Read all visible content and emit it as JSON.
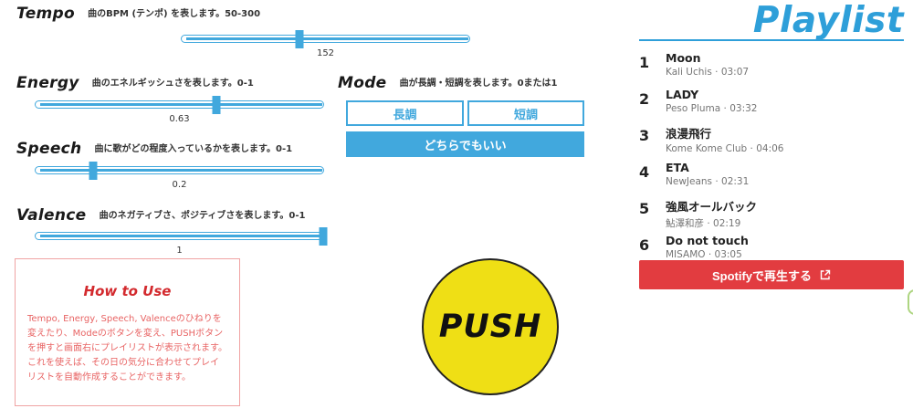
{
  "sliders": [
    {
      "label": "Tempo",
      "description": "曲のBPM (テンポ) を表します。50-300",
      "value": "152",
      "min": 50,
      "max": 300,
      "percent": 40.8
    },
    {
      "label": "Energy",
      "description": "曲のエネルギッシュさを表します。0-1",
      "value": "0.63",
      "min": 0,
      "max": 1,
      "percent": 63
    },
    {
      "label": "Speech",
      "description": "曲に歌がどの程度入っているかを表します。0-1",
      "value": "0.2",
      "min": 0,
      "max": 1,
      "percent": 20
    },
    {
      "label": "Valence",
      "description": "曲のネガティブさ、ポジティブさを表します。0-1",
      "value": "1",
      "min": 0,
      "max": 1,
      "percent": 100
    }
  ],
  "mode": {
    "label": "Mode",
    "description": "曲が長調・短調を表します。0または1",
    "major_label": "長調",
    "minor_label": "短調",
    "either_label": "どちらでもいい"
  },
  "how_to_use": {
    "title": "How to Use",
    "body": "Tempo, Energy, Speech, Valenceのひねりを変えたり、Modeのボタンを変え、PUSHボタンを押すと画面右にプレイリストが表示されます。これを使えば、その日の気分に合わせてプレイリストを自動作成することができます。"
  },
  "push_button": {
    "label": "PUSH"
  },
  "playlist": {
    "title": "Playlist",
    "meta_separator": "·",
    "tracks": [
      {
        "number": "1",
        "title": "Moon",
        "artist": "Kali Uchis",
        "duration": "03:07"
      },
      {
        "number": "2",
        "title": "LADY",
        "artist": "Peso Pluma",
        "duration": "03:32"
      },
      {
        "number": "3",
        "title": "浪漫飛行",
        "artist": "Kome Kome Club",
        "duration": "04:06"
      },
      {
        "number": "4",
        "title": "ETA",
        "artist": "NewJeans",
        "duration": "02:31"
      },
      {
        "number": "5",
        "title": "強風オールバック",
        "artist": "鮎澤和彦",
        "duration": "02:19"
      },
      {
        "number": "6",
        "title": "Do not touch",
        "artist": "MISAMO",
        "duration": "03:05"
      }
    ],
    "spotify_button_label": "Spotifyで再生する"
  },
  "colors": {
    "accent_blue": "#41a8dd",
    "playlist_blue": "#2e9fd9",
    "spotify_red": "#e23c40",
    "push_yellow": "#efdf15",
    "howto_red": "#d32a2e",
    "howto_border_pink": "#f0a3a3",
    "green_fragment": "#aed581"
  }
}
